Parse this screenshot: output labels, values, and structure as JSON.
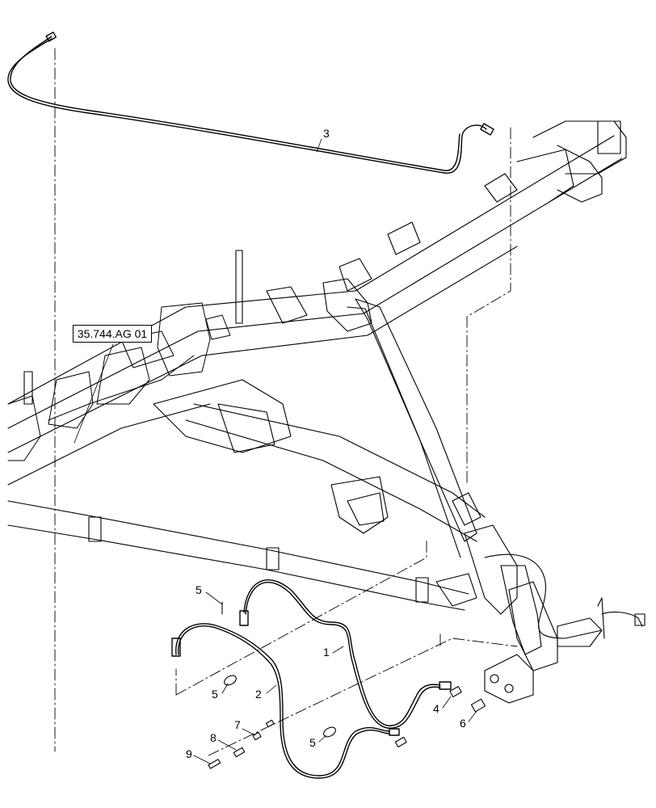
{
  "reference": {
    "label": "35.744.AG 01"
  },
  "callouts": [
    {
      "id": "c3",
      "label": "3"
    },
    {
      "id": "c5a",
      "label": "5"
    },
    {
      "id": "c1",
      "label": "1"
    },
    {
      "id": "c5b",
      "label": "5"
    },
    {
      "id": "c2",
      "label": "2"
    },
    {
      "id": "c4",
      "label": "4"
    },
    {
      "id": "c6",
      "label": "6"
    },
    {
      "id": "c5c",
      "label": "5"
    },
    {
      "id": "c7",
      "label": "7"
    },
    {
      "id": "c8",
      "label": "8"
    },
    {
      "id": "c9",
      "label": "9"
    }
  ],
  "style": {
    "line_color": "#000000",
    "background": "#ffffff"
  }
}
